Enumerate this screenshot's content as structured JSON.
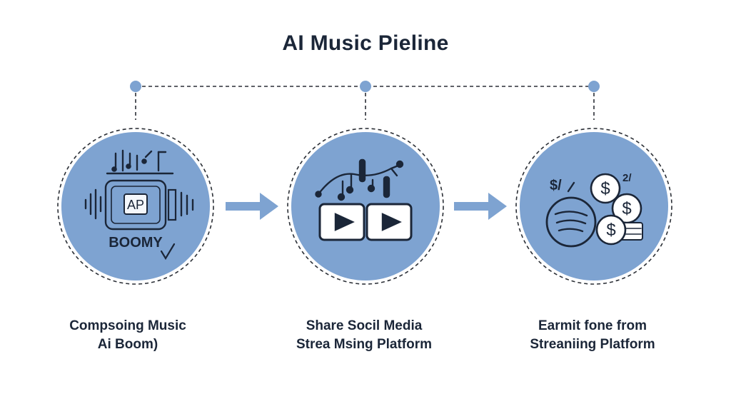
{
  "title": "AI Music Pieline",
  "colors": {
    "circle_fill": "#7ea3d1",
    "dot": "#7ea3d1",
    "arrow": "#7ea3d1",
    "ink": "#1b2638",
    "dash": "#2b2f36"
  },
  "steps": [
    {
      "icon": "ai-music-waveform-icon",
      "icon_text": "AP",
      "brand": "BOOMY",
      "caption_line1": "Compsoing Music",
      "caption_line2": "Ai Boom)"
    },
    {
      "icon": "video-music-share-icon",
      "caption_line1": "Share Socil Media",
      "caption_line2": "Strea Msing Platform"
    },
    {
      "icon": "streaming-money-icon",
      "icon_text": "$/",
      "icon_text_2": "2/",
      "coin_symbol": "$",
      "caption_line1": "Earmit fone from",
      "caption_line2": "Streaniing Platform"
    }
  ]
}
